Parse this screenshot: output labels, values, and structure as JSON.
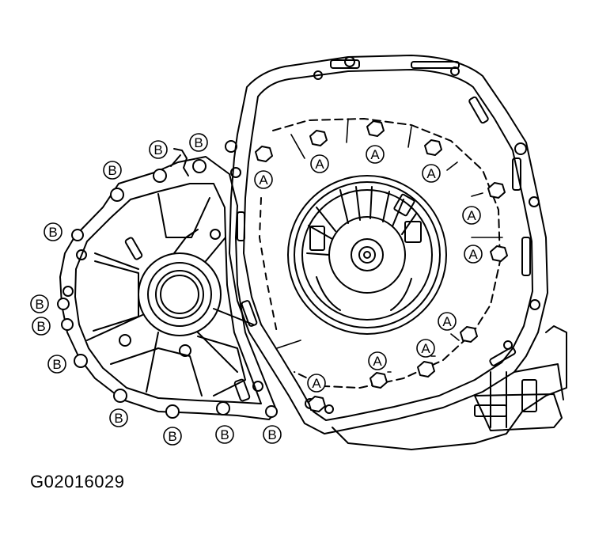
{
  "figure_id": "G02016029",
  "bolt_labels": {
    "a": "A",
    "b": "B"
  },
  "colors": {
    "ink": "#000000",
    "paper": "#ffffff"
  }
}
